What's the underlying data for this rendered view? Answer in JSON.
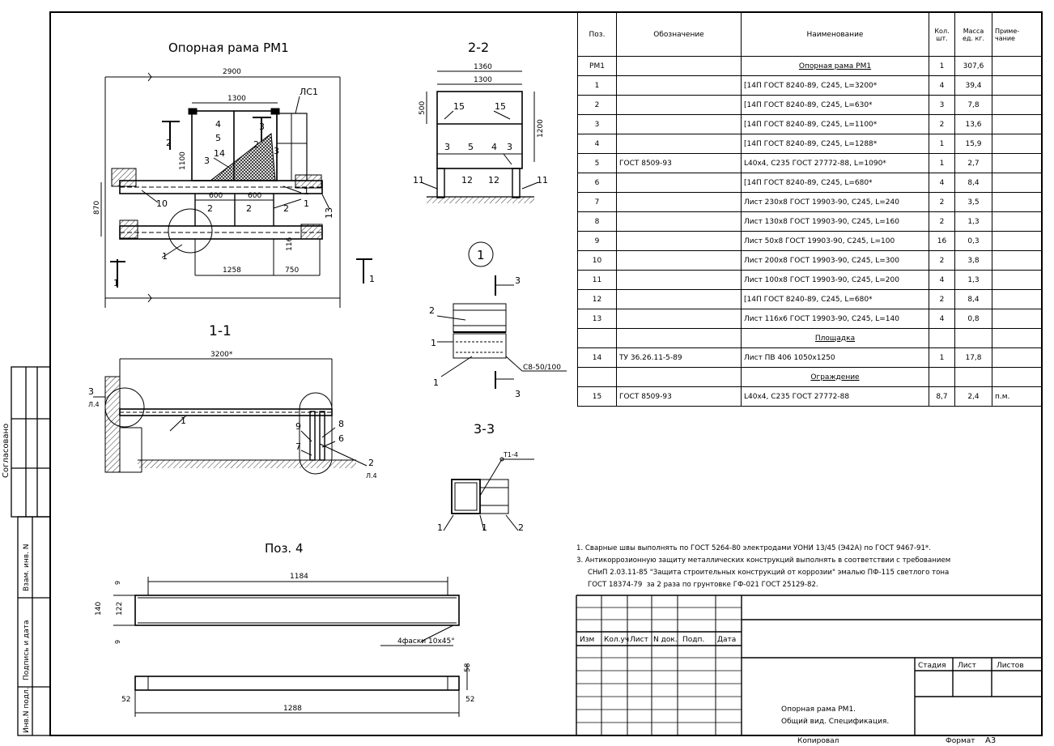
{
  "drawing": {
    "main_view_title": "Опорная рама РМ1",
    "section_1_title": "1-1",
    "section_2_title": "2-2",
    "section_3_title": "3-3",
    "pos4_title": "Поз. 4",
    "node_1_label": "1",
    "main_dims": {
      "d2900": "2900",
      "d1300": "1300",
      "d1100": "1100",
      "d600a": "600",
      "d600b": "600",
      "d870": "870",
      "d1258": "1258",
      "d750": "750",
      "d116": "116"
    },
    "main_marks": {
      "ls1": "ЛС1",
      "m2a": "2",
      "m3a": "3",
      "m4": "4",
      "m5": "5",
      "m14": "14",
      "m3b": "3",
      "m2b": "2",
      "m10": "10",
      "m2c": "2",
      "m2d": "2",
      "m2e": "2",
      "m1a": "1",
      "m1b": "1",
      "m13": "13",
      "m1c": "1",
      "cut3a": "3",
      "cut2a": "2",
      "cut2b": "2",
      "cut3b": "3",
      "cut1a": "1",
      "cut1b": "1"
    },
    "s22": {
      "d1360": "1360",
      "d1300": "1300",
      "d500": "500",
      "d1200": "1200",
      "m15a": "15",
      "m15b": "15",
      "m3a": "3",
      "m5": "5",
      "m4": "4",
      "m3b": "3",
      "m11a": "11",
      "m12a": "12",
      "m12b": "12",
      "m11b": "11"
    },
    "s11": {
      "d3200": "3200*",
      "m3": "3",
      "m3s": "Л.4",
      "m1": "1",
      "m9": "9",
      "m8": "8",
      "m7": "7",
      "m6": "6",
      "m2": "2",
      "m2s": "Л.4"
    },
    "node": {
      "m2": "2",
      "m1a": "1",
      "m1b": "1",
      "weld": "С8-50/100",
      "cut3a": "3",
      "cut3b": "3"
    },
    "s33": {
      "weld": "Т1-4",
      "m1a": "1",
      "m1b": "1",
      "m2": "2"
    },
    "pos4": {
      "d1184": "1184",
      "d9a": "9",
      "d140": "140",
      "d122": "122",
      "d9b": "9",
      "chamfer": "4фаски 10х45°",
      "d58": "58",
      "d52a": "52",
      "d52b": "52",
      "d1288": "1288"
    }
  },
  "spec": {
    "headers": [
      "Поз.",
      "Обозначение",
      "Наименование",
      "Кол. шт.",
      "Масса ед. кг.",
      "Приме- чание"
    ],
    "rows": [
      {
        "pos": "РМ1",
        "des": "",
        "name": "Опорная рама РМ1",
        "qty": "1",
        "mass": "307,6",
        "note": "",
        "u": true
      },
      {
        "pos": "1",
        "des": "",
        "name": "[14П ГОСТ 8240-89, С245, L=3200*",
        "qty": "4",
        "mass": "39,4",
        "note": ""
      },
      {
        "pos": "2",
        "des": "",
        "name": "[14П ГОСТ 8240-89, С245, L=630*",
        "qty": "3",
        "mass": "7,8",
        "note": ""
      },
      {
        "pos": "3",
        "des": "",
        "name": "[14П ГОСТ 8240-89, С245, L=1100*",
        "qty": "2",
        "mass": "13,6",
        "note": ""
      },
      {
        "pos": "4",
        "des": "",
        "name": "[14П ГОСТ 8240-89, С245, L=1288*",
        "qty": "1",
        "mass": "15,9",
        "note": ""
      },
      {
        "pos": "5",
        "des": "ГОСТ 8509-93",
        "name": "L40х4, С235 ГОСТ 27772-88, L=1090*",
        "qty": "1",
        "mass": "2,7",
        "note": ""
      },
      {
        "pos": "6",
        "des": "",
        "name": "[14П ГОСТ 8240-89, С245, L=680*",
        "qty": "4",
        "mass": "8,4",
        "note": ""
      },
      {
        "pos": "7",
        "des": "",
        "name": "Лист 230х8 ГОСТ 19903-90, С245, L=240",
        "qty": "2",
        "mass": "3,5",
        "note": ""
      },
      {
        "pos": "8",
        "des": "",
        "name": "Лист 130х8 ГОСТ 19903-90, С245, L=160",
        "qty": "2",
        "mass": "1,3",
        "note": ""
      },
      {
        "pos": "9",
        "des": "",
        "name": "Лист 50х8 ГОСТ 19903-90, С245, L=100",
        "qty": "16",
        "mass": "0,3",
        "note": ""
      },
      {
        "pos": "10",
        "des": "",
        "name": "Лист 200х8 ГОСТ 19903-90, С245, L=300",
        "qty": "2",
        "mass": "3,8",
        "note": ""
      },
      {
        "pos": "11",
        "des": "",
        "name": "Лист 100х8 ГОСТ 19903-90, С245, L=200",
        "qty": "4",
        "mass": "1,3",
        "note": ""
      },
      {
        "pos": "12",
        "des": "",
        "name": "[14П ГОСТ 8240-89, С245, L=680*",
        "qty": "2",
        "mass": "8,4",
        "note": ""
      },
      {
        "pos": "13",
        "des": "",
        "name": "Лист 116х6 ГОСТ 19903-90, С245, L=140",
        "qty": "4",
        "mass": "0,8",
        "note": ""
      },
      {
        "pos": "",
        "des": "",
        "name": "Площадка",
        "qty": "",
        "mass": "",
        "note": "",
        "u": true
      },
      {
        "pos": "14",
        "des": "ТУ 36.26.11-5-89",
        "name": "Лист ПВ 406 1050х1250",
        "qty": "1",
        "mass": "17,8",
        "note": ""
      },
      {
        "pos": "",
        "des": "",
        "name": "Ограждение",
        "qty": "",
        "mass": "",
        "note": "",
        "u": true
      },
      {
        "pos": "15",
        "des": "ГОСТ 8509-93",
        "name": "L40х4, С235 ГОСТ 27772-88",
        "qty": "8,7",
        "mass": "2,4",
        "note": "п.м."
      }
    ]
  },
  "notes": {
    "n1": "1. Сварные швы выполнять по ГОСТ 5264-80 электродами УОНИ 13/45 (Э42А) по ГОСТ 9467-91*.",
    "n2": "3. Антикоррозионную защиту металлических конструкций выполнять в соответствии с требованием",
    "n3": "СНиП 2.03.11-85 \"Защита строительных конструкций от коррозии\" эмалью ПФ-115 светлого тона",
    "n4": "ГОСТ 18374-79  за 2 раза по грунтовке ГФ-021 ГОСТ 25129-82."
  },
  "title_block": {
    "col_izm": "Изм",
    "col_koluch": "Кол.уч",
    "col_list": "Лист",
    "col_ndok": "N док.",
    "col_podp": "Подп.",
    "col_data": "Дата",
    "stadiya": "Стадия",
    "list": "Лист",
    "listov": "Листов",
    "name_line1": "Опорная рама РМ1.",
    "name_line2": "Общий вид. Спецификация.",
    "kopiroval": "Копировал",
    "format": "Формат",
    "format_val": "А3"
  },
  "side_stamp": {
    "soglasovano": "Согласовано",
    "vzam": "Взам. инв. N",
    "podpis": "Подпись и дата",
    "invpodl": "Инв.N подл."
  }
}
